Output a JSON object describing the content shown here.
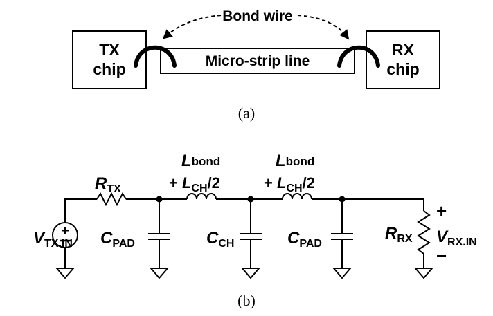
{
  "part_a": {
    "bond_wire_label": "Bond wire",
    "tx_chip_line1": "TX",
    "tx_chip_line2": "chip",
    "rx_chip_line1": "RX",
    "rx_chip_line2": "chip",
    "microstrip_label": "Micro-strip line",
    "caption": "(a)"
  },
  "part_b": {
    "source": {
      "main": "V",
      "sub": "TX.IN"
    },
    "r_tx": {
      "main": "R",
      "sub": "TX"
    },
    "l1": {
      "line1_main": "L",
      "line1_sub": "bond",
      "line2_prefix": "+ ",
      "line2_main": "L",
      "line2_sub": "CH",
      "line2_suffix": "/2"
    },
    "l2": {
      "line1_main": "L",
      "line1_sub": "bond",
      "line2_prefix": "+ ",
      "line2_main": "L",
      "line2_sub": "CH",
      "line2_suffix": "/2"
    },
    "c_pad_left": {
      "main": "C",
      "sub": "PAD"
    },
    "c_ch": {
      "main": "C",
      "sub": "CH"
    },
    "c_pad_right": {
      "main": "C",
      "sub": "PAD"
    },
    "r_rx": {
      "main": "R",
      "sub": "RX"
    },
    "v_rx": {
      "main": "V",
      "sub": "RX.IN"
    },
    "plus": "+",
    "minus": "−",
    "caption": "(b)"
  }
}
